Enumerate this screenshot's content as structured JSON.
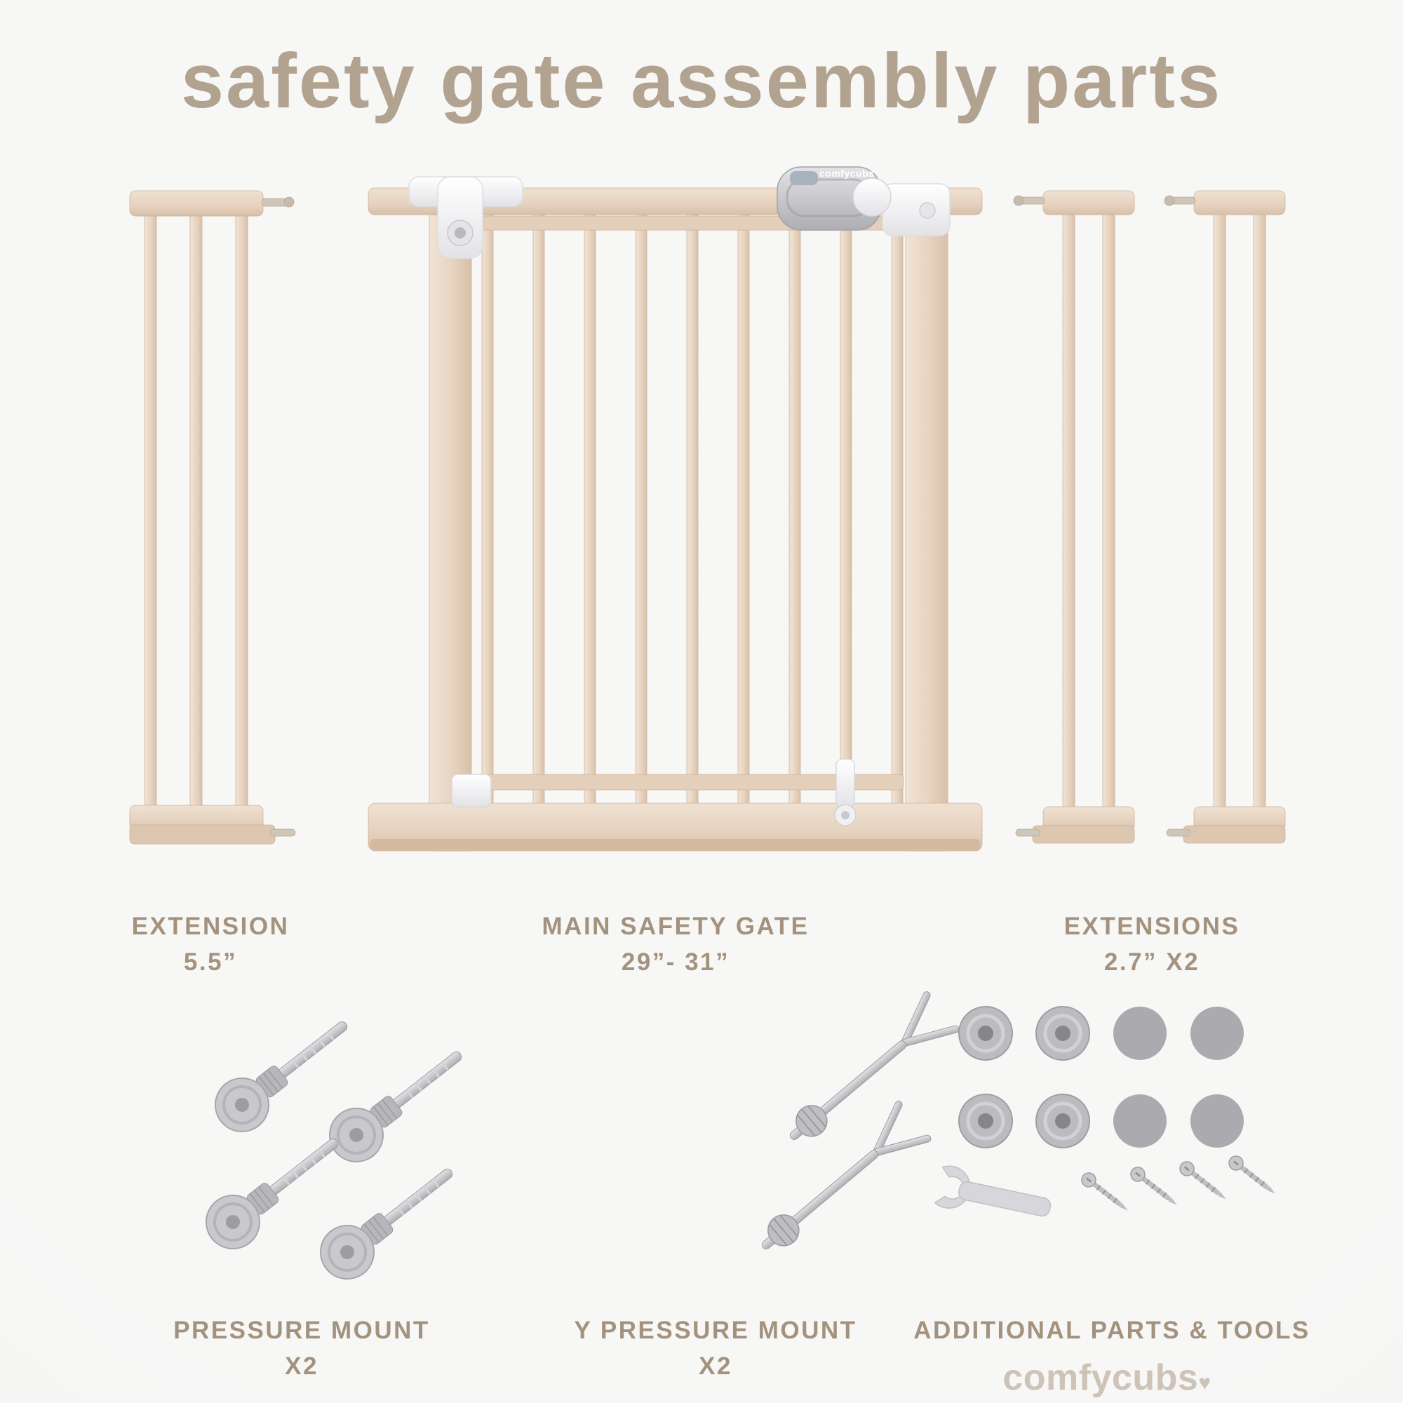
{
  "page": {
    "title": "safety gate assembly parts",
    "background_color": "#f4f4f3",
    "accent_color": "#b2a290"
  },
  "parts": {
    "extension_left": {
      "name": "EXTENSION",
      "size": "5.5”"
    },
    "main_gate": {
      "name": "MAIN SAFETY GATE",
      "size": "29”- 31”",
      "latch_text": "comfycubs"
    },
    "extensions_right": {
      "name": "EXTENSIONS",
      "size": "2.7” X2"
    },
    "pressure_mount": {
      "name": "PRESSURE MOUNT",
      "quantity": "X2"
    },
    "y_pressure_mount": {
      "name": "Y PRESSURE MOUNT",
      "quantity": "X2"
    },
    "additional_parts": {
      "name": "ADDITIONAL PARTS & TOOLS"
    }
  },
  "brand": {
    "wordmark": "comfycubs",
    "heart": "♥"
  },
  "colors": {
    "gate_beige": "#e7d4c1",
    "gate_beige_dark": "#d5bda5",
    "hardware_white": "#ffffff",
    "metal_gray": "#c2c2c6",
    "label_text": "#a3927d",
    "brand_text": "#cdc3b6"
  }
}
